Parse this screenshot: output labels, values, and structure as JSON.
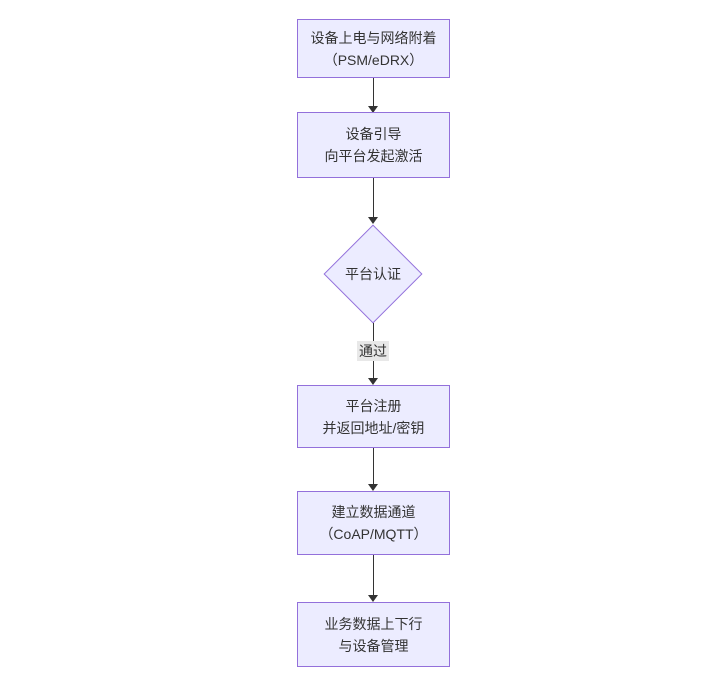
{
  "diagram": {
    "type": "flowchart",
    "direction": "top-down",
    "colors": {
      "background": "#ffffff",
      "node_fill": "#ECECFF",
      "node_border": "#9370DB",
      "text": "#333333",
      "arrow": "#333333",
      "edge_label_bg": "#e8e8e8"
    },
    "nodes": [
      {
        "id": "power-attach",
        "shape": "rect",
        "lines": [
          "设备上电与网络附着",
          "（PSM/eDRX）"
        ]
      },
      {
        "id": "bootstrap",
        "shape": "rect",
        "lines": [
          "设备引导",
          "向平台发起激活"
        ]
      },
      {
        "id": "platform-auth",
        "shape": "diamond",
        "lines": [
          "平台认证"
        ]
      },
      {
        "id": "register",
        "shape": "rect",
        "lines": [
          "平台注册",
          "并返回地址/密钥"
        ]
      },
      {
        "id": "data-channel",
        "shape": "rect",
        "lines": [
          "建立数据通道",
          "（CoAP/MQTT）"
        ]
      },
      {
        "id": "business",
        "shape": "rect",
        "lines": [
          "业务数据上下行",
          "与设备管理"
        ]
      }
    ],
    "edges": [
      {
        "from": "power-attach",
        "to": "bootstrap",
        "label": ""
      },
      {
        "from": "bootstrap",
        "to": "platform-auth",
        "label": ""
      },
      {
        "from": "platform-auth",
        "to": "register",
        "label": "通过"
      },
      {
        "from": "register",
        "to": "data-channel",
        "label": ""
      },
      {
        "from": "data-channel",
        "to": "business",
        "label": ""
      }
    ]
  }
}
